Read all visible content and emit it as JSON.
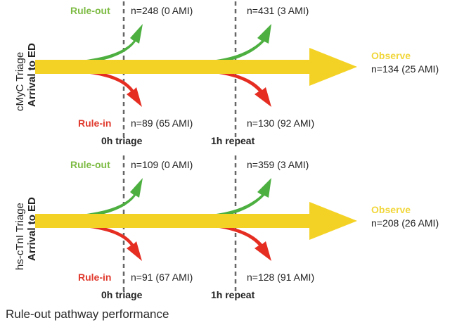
{
  "caption": "Rule-out pathway performance",
  "colors": {
    "rule_out": "#4caf3f",
    "rule_in": "#e52d22",
    "observe": "#f4d225",
    "dashed_line": "#666666"
  },
  "timepoints": [
    "0h triage",
    "1h repeat"
  ],
  "panels": [
    {
      "title": "cMyC Triage",
      "subtitle": "Arrival to ED",
      "rule_out_label": "Rule-out",
      "rule_in_label": "Rule-in",
      "observe_label": "Observe",
      "rule_out_counts": [
        "n=248 (0 AMI)",
        "n=431 (3 AMI)"
      ],
      "rule_in_counts": [
        "n=89 (65 AMI)",
        "n=130 (92 AMI)"
      ],
      "observe_count": "n=134 (25 AMI)"
    },
    {
      "title": "hs-cTnI Triage",
      "subtitle": "Arrival to ED",
      "rule_out_label": "Rule-out",
      "rule_in_label": "Rule-in",
      "observe_label": "Observe",
      "rule_out_counts": [
        "n=109 (0 AMI)",
        "n=359 (3 AMI)"
      ],
      "rule_in_counts": [
        "n=91 (67 AMI)",
        "n=128 (91 AMI)"
      ],
      "observe_count": "n=208 (26 AMI)"
    }
  ]
}
